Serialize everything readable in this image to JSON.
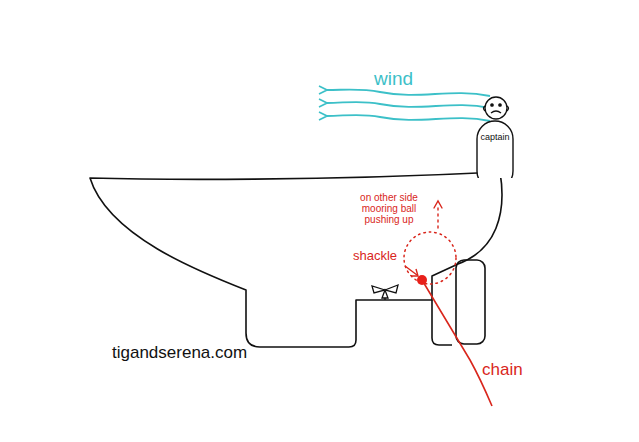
{
  "diagram": {
    "nodes": [
      {
        "text": [
          "captain"
        ]
      }
    ],
    "labels": [
      "wind",
      "on other side mooring ball pushing up",
      "shackle",
      "chain",
      "tigandserena.com"
    ]
  }
}
